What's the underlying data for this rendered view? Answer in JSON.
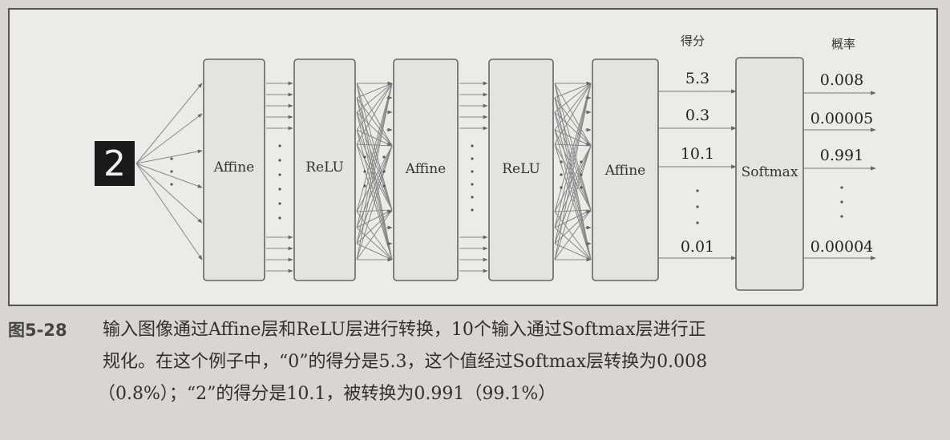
{
  "figure": {
    "input_digit": "2",
    "layers": [
      "Affine",
      "ReLU",
      "Affine",
      "ReLU",
      "Affine",
      "Softmax"
    ],
    "score_header": "得分",
    "prob_header": "概率",
    "scores": [
      "5.3",
      "0.3",
      "10.1",
      "0.01"
    ],
    "probabilities": [
      "0.008",
      "0.00005",
      "0.991",
      "0.00004"
    ]
  },
  "caption": {
    "number": "图5-28",
    "line1": "输入图像通过Affine层和ReLU层进行转换，10个输入通过Softmax层进行正",
    "line2": "规化。在这个例子中，“0”的得分是5.3，这个值经过Softmax层转换为0.008",
    "line3": "（0.8%）；“2”的得分是10.1，被转换为0.991（99.1%）"
  }
}
